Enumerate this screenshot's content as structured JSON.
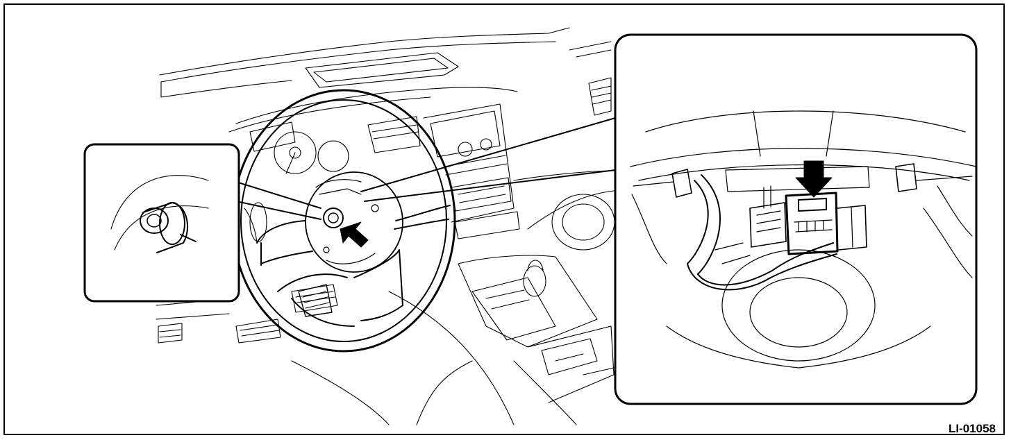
{
  "figure": {
    "id_label": "LI-01058",
    "line_color": "#000000",
    "background": "#ffffff"
  },
  "callouts": [
    {
      "name": "steering-column-detail",
      "shape": "rounded-rect"
    },
    {
      "name": "airbag-connector-detail",
      "shape": "rounded-rect"
    }
  ],
  "arrows": [
    {
      "name": "arrow-on-steering-hub",
      "direction": "up-left"
    },
    {
      "name": "arrow-on-connector-lock",
      "direction": "down"
    }
  ]
}
